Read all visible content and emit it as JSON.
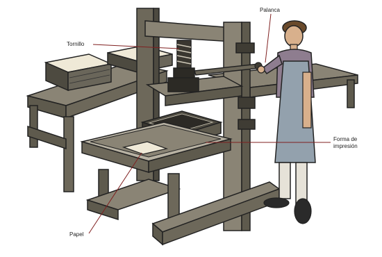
{
  "labels": {
    "tornillo": "Tornillo",
    "palanca": "Palanca",
    "forma_line1": "Forma de",
    "forma_line2": "impresión",
    "papel": "Papel"
  },
  "colors": {
    "wood_dark": "#5e5a4d",
    "wood_mid": "#8a8475",
    "wood_light": "#b7b1a2",
    "outline": "#222222",
    "paper": "#efe9d7",
    "apron": "#93a1ad",
    "shirt": "#8e7d8f",
    "skin": "#d8b08c",
    "hair": "#6a4a2b",
    "label_line": "#7f1f1f"
  }
}
